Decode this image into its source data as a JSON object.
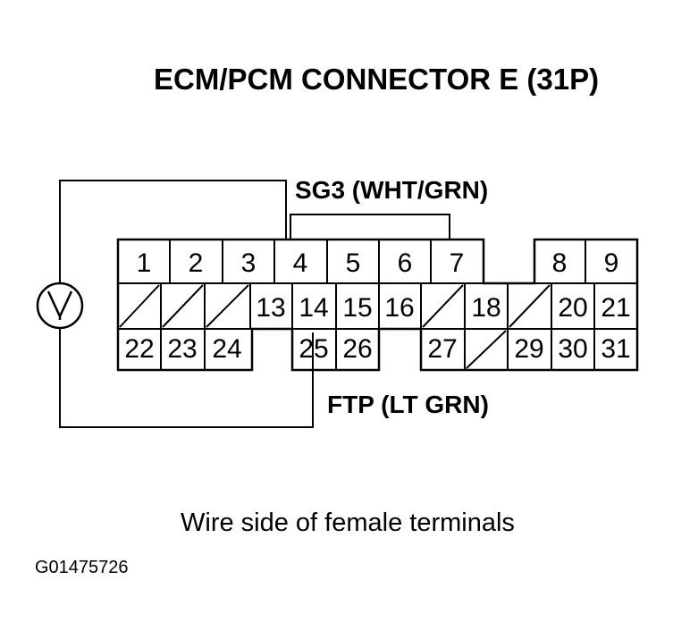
{
  "title": "ECM/PCM CONNECTOR E (31P)",
  "sg3_label": "SG3 (WHT/GRN)",
  "ftp_label": "FTP (LT GRN)",
  "caption": "Wire side of female terminals",
  "figure_id": "G01475726",
  "pins": {
    "p1": "1",
    "p2": "2",
    "p3": "3",
    "p4": "4",
    "p5": "5",
    "p6": "6",
    "p7": "7",
    "p8": "8",
    "p9": "9",
    "p13": "13",
    "p14": "14",
    "p15": "15",
    "p16": "16",
    "p18": "18",
    "p20": "20",
    "p21": "21",
    "p22": "22",
    "p23": "23",
    "p24": "24",
    "p25": "25",
    "p26": "26",
    "p27": "27",
    "p29": "29",
    "p30": "30",
    "p31": "31"
  },
  "meter_icon": "voltmeter-icon"
}
